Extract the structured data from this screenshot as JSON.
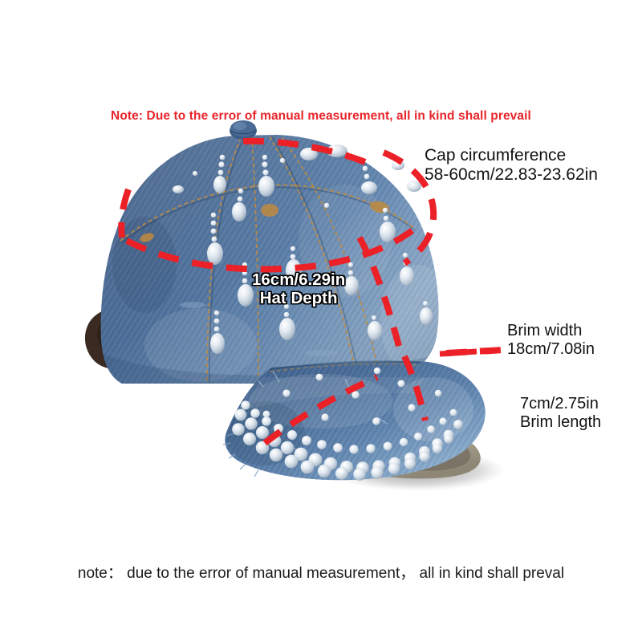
{
  "product": {
    "type": "denim-baseball-cap",
    "description": "Rhinestone studded distressed denim baseball cap, side view",
    "colors": {
      "denim_dark": "#2f4f78",
      "denim_mid": "#42648f",
      "denim_light": "#7f9fc2",
      "denim_highlight": "#a9c2da",
      "stitch": "#c08a3e",
      "rhinestone": "#e9eef4",
      "strap": "#3a2a22",
      "measure_red": "#ec2027",
      "note_red": "#e8242a",
      "label_black": "#121212",
      "background": "#ffffff"
    }
  },
  "notes": {
    "top": "Note: Due to the error of manual measurement, all in kind shall prevail",
    "bottom": "note： due to the error of manual measurement，  all in kind shall preval"
  },
  "measurements": [
    {
      "id": "cap-circumference",
      "name_line": "Cap circumference",
      "value_line": "58-60cm/22.83-23.62in",
      "value_cm": "58-60cm",
      "value_in": "22.83-23.62in",
      "indicator": "dashed-arc-around-crown"
    },
    {
      "id": "hat-depth",
      "value_line": "16cm/6.29in",
      "name_line": "Hat Depth",
      "value_cm": "16cm",
      "value_in": "6.29in",
      "indicator": "dashed-vertical-crown"
    },
    {
      "id": "brim-width",
      "name_line": "Brim width",
      "value_line": "18cm/7.08in",
      "value_cm": "18cm",
      "value_in": "7.08in",
      "indicator": "dashed-horizontal-brim"
    },
    {
      "id": "brim-length",
      "value_line": "7cm/2.75in",
      "name_line": "Brim length",
      "value_cm": "7cm",
      "value_in": "2.75in",
      "indicator": "brim-tip-depth"
    }
  ]
}
